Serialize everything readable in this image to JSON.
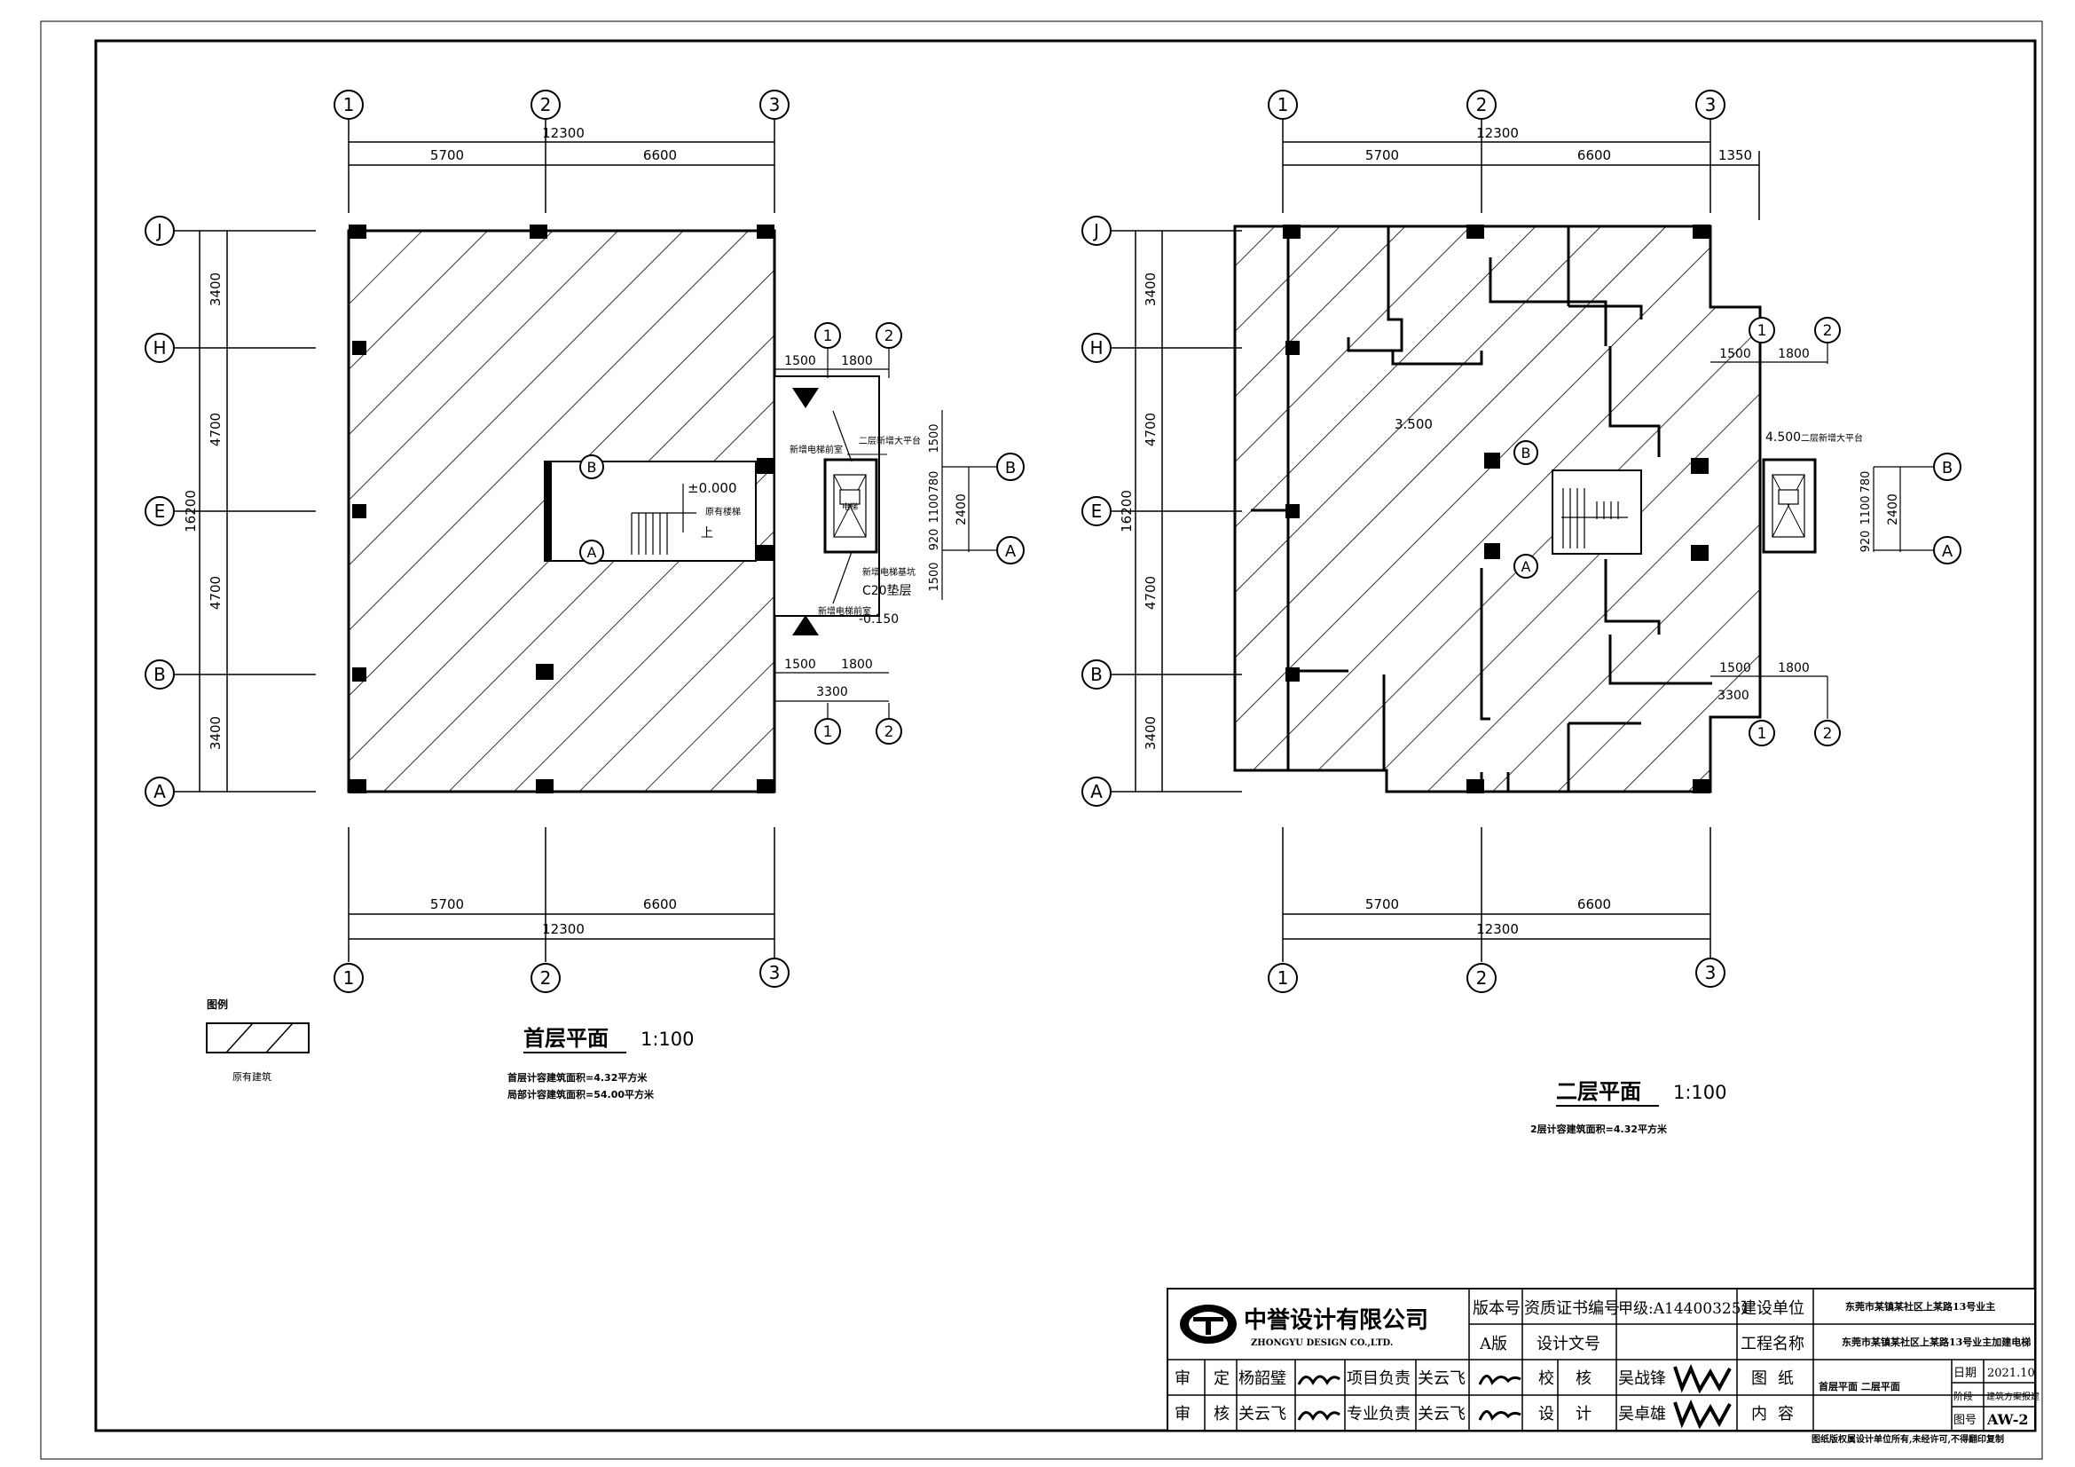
{
  "plan1": {
    "title": "首层平面",
    "scale": "1:100",
    "note1": "首层计容建筑面积=4.32平方米",
    "note2": "局部计容建筑面积=54.00平方米"
  },
  "plan2": {
    "title": "二层平面",
    "scale": "1:100",
    "note1": "2层计容建筑面积=4.32平方米"
  },
  "legend": {
    "title": "图例",
    "label": "原有建筑"
  },
  "axes": {
    "cols": [
      "1",
      "2",
      "3"
    ],
    "rows": [
      "J",
      "H",
      "E",
      "B",
      "A"
    ]
  },
  "dims": {
    "total_x": "12300",
    "seg_x": [
      "5700",
      "6600"
    ],
    "total_y": "16200",
    "seg_y": [
      "3400",
      "4700",
      "4700",
      "3400"
    ],
    "extra_top": "1350",
    "elev_x": [
      "1500",
      "1800"
    ],
    "elev_total": "3300",
    "elev_y": [
      "1500",
      "780",
      "1100",
      "920",
      "1500"
    ],
    "elev_mid": "2400"
  },
  "elev": {
    "lvl_ground": "±0.000",
    "lvl_minus": "-0.150",
    "lvl_2f": "3.500",
    "lvl_2f_shaft": "4.500",
    "c20": "C20垫层",
    "platform": "二层新增大平台",
    "platform2": "二层新增大平台",
    "slab": "新增电梯基坑",
    "elevator": "电梯",
    "corridor_top": "新增电梯前室",
    "corridor_bottom": "新增电梯前室",
    "stair": "上",
    "original": "原有楼梯"
  },
  "titleblock": {
    "company_cn": "中誉设计有限公司",
    "company_en": "ZHONGYU DESIGN CO.,LTD.",
    "r1": [
      "版本号",
      "资质证书编号",
      "甲级:A144003251",
      "建设单位",
      "东莞市某镇某社区上某路13号业主"
    ],
    "r2": [
      "A版",
      "设计文号",
      "",
      "工程名称",
      "东莞市某镇某社区上某路13号业主加建电梯"
    ],
    "r3": [
      "审",
      "定",
      "杨韶璧",
      "项目负责",
      "关云飞",
      "校",
      "核",
      "吴战锋",
      "图",
      "纸"
    ],
    "r4": [
      "审",
      "核",
      "关云飞",
      "专业负责",
      "关云飞",
      "设",
      "计",
      "吴卓雄",
      "内",
      "容"
    ],
    "drawing_content": "首层平面    二层平面",
    "date_label": "日期",
    "date_value": "2021.10",
    "stage_label": "阶段",
    "stage_value": "建筑方案报建",
    "no_label": "图号",
    "no_value": "AW-2",
    "footer": "图纸版权属设计单位所有,未经许可,不得翻印复制"
  }
}
